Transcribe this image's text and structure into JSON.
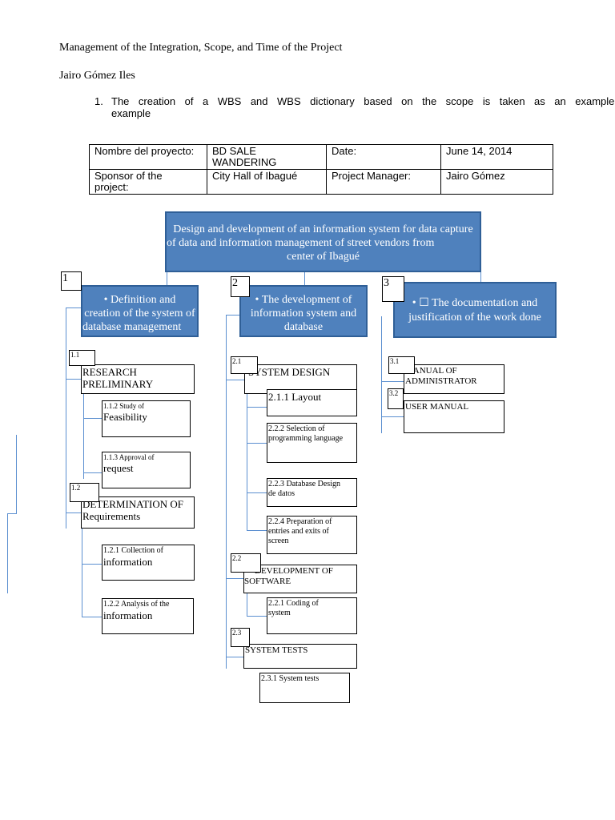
{
  "document": {
    "title": "Management of the Integration, Scope, and Time of the Project",
    "author": "Jairo Gómez Iles",
    "list_item_number": "1.",
    "list_item_line1": "The creation of a WBS and WBS dictionary based on the scope is taken as an example:",
    "list_item_line2": "example"
  },
  "info_table": {
    "project_name_label": "Nombre del proyecto:",
    "project_name_value_1": "BD SALE",
    "project_name_value_2": "WANDERING",
    "date_label": "Date:",
    "date_value": "June 14, 2014",
    "sponsor_label_1": "Sponsor of the",
    "sponsor_label_2": "project:",
    "sponsor_value": "City Hall of Ibagué",
    "pm_label": "Project Manager:",
    "pm_value": "Jairo Gómez"
  },
  "wbs": {
    "root_line1": "Design and development of an information system for data capture",
    "root_line2": "of data and information management of street vendors from",
    "root_line3": "center of Ibagué",
    "b1_num": "1",
    "b1_line1": "•      Definition and",
    "b1_line2": "creation of the system of",
    "b1_line3": "database management",
    "b2_num": "2",
    "b2_line1": "•        The development of",
    "b2_line2": "information system and",
    "b2_line3": "database",
    "b3_num": "3",
    "b3_line1": "• ☐       The documentation and",
    "b3_line2": "justification of the work done",
    "n11_tag": "1.1",
    "n11_line1": "RESEARCH",
    "n11_line2": "PRELIMINARY",
    "n112_small": "1.1.2 Study of",
    "n112_big": "Feasibility",
    "n113_small": "1.1.3 Approval of",
    "n113_big": "request",
    "n12_tag": "1.2",
    "n12_line1": "DETERMINATION OF",
    "n12_line2": "Requirements",
    "n121_small": "1.2.1 Collection of",
    "n121_big": "information",
    "n122_small": "1.2.2 Analysis of the",
    "n122_big": "information",
    "n21_tag": "2.1",
    "n21_label": "SYSTEM DESIGN",
    "n211_label": "2.1.1 Layout",
    "n222_line1": "2.2.2 Selection of",
    "n222_line2": "programming language",
    "n223_line1": "2.2.3 Database Design",
    "n223_line2": "de datos",
    "n224_line1": "2.2.4 Preparation of",
    "n224_line2": "entries and exits of",
    "n224_line3": "screen",
    "n22_tag": "2.2",
    "n22_line1": "DEVELOPMENT OF",
    "n22_line2": "SOFTWARE",
    "n221_line1": "2.2.1 Coding of",
    "n221_line2": "system",
    "n23_tag": "2.3",
    "n23_label": "SYSTEM TESTS",
    "n231_label": "2.3.1 System tests",
    "n31_tag": "3.1",
    "n31_line1": "MANUAL OF",
    "n31_line2": "ADMINISTRATOR",
    "n32_tag": "3.2",
    "n32_label": "USER MANUAL"
  },
  "colors": {
    "node_fill": "#4f81bd",
    "node_border": "#2f5f97",
    "connector": "#5b8fd0"
  }
}
